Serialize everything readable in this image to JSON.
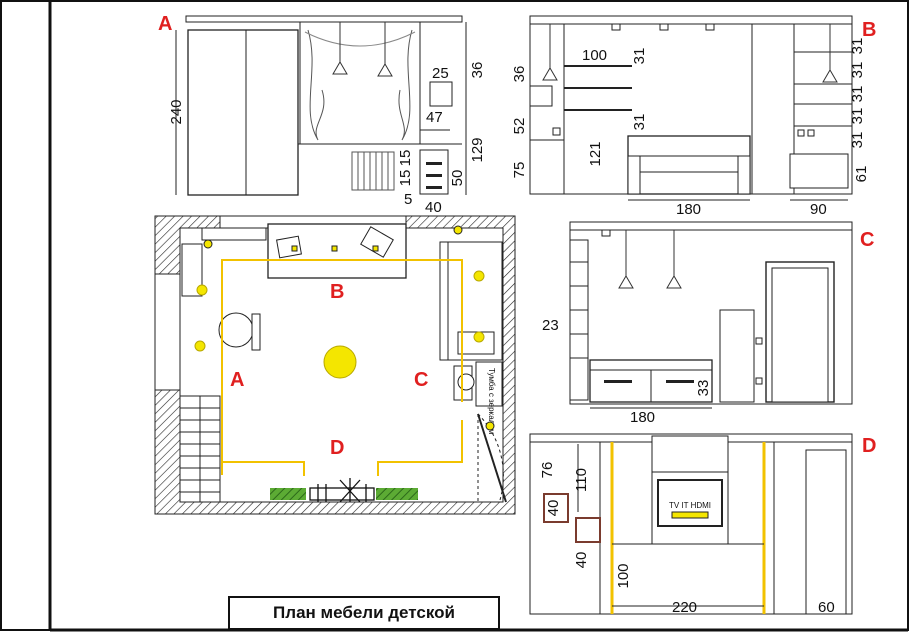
{
  "title": "План мебели детской",
  "view_labels": {
    "a": "A",
    "b": "B",
    "c": "C",
    "d": "D"
  },
  "plan_labels": {
    "a": "A",
    "b": "B",
    "c": "C",
    "d": "D"
  },
  "plan_note": "Тумба с зеркалом",
  "elevation_a": {
    "d240": "240",
    "d25": "25",
    "d36": "36",
    "d47": "47",
    "d129": "129",
    "d15a": "15",
    "d15b": "15",
    "d50": "50",
    "d5": "5",
    "d40": "40"
  },
  "elevation_b": {
    "d100": "100",
    "d31a": "31",
    "d36": "36",
    "d31b": "31",
    "d52": "52",
    "d121": "121",
    "d75": "75",
    "d180": "180",
    "d90": "90",
    "r31a": "31",
    "r31b": "31",
    "r31c": "31",
    "r31d": "31",
    "r31e": "31",
    "r61": "61"
  },
  "elevation_c": {
    "d23": "23",
    "d180": "180",
    "d33": "33"
  },
  "elevation_d": {
    "d76": "76",
    "d110": "110",
    "d40a": "40",
    "d40b": "40",
    "d100": "100",
    "d220": "220",
    "d60": "60",
    "tv_text": "TV IT HDMI"
  },
  "colors": {
    "label_red": "#e02020",
    "outline_yellow": "#f2c200",
    "lamp_yellow": "#f4e600",
    "plant_green": "#4a9a2a",
    "shelf_brown": "#7a3b2e"
  }
}
